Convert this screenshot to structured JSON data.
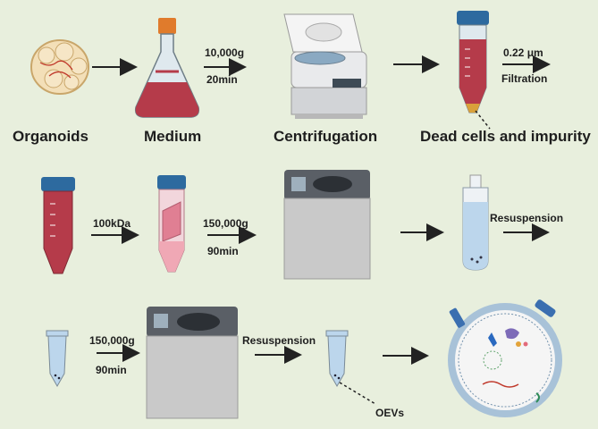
{
  "stages": {
    "organoids": "Organoids",
    "medium": "Medium",
    "centrifugation": "Centrifugation",
    "dead_cells": "Dead cells and impurity"
  },
  "steps": {
    "spin1_force": "10,000g",
    "spin1_time": "20min",
    "filter_size": "0.22 μm",
    "filter_label": "Filtration",
    "ultrafilter": "100kDa",
    "ultra1_force": "150,000g",
    "ultra1_time": "90min",
    "resuspension1": "Resuspension",
    "ultra2_force": "150,000g",
    "ultra2_time": "90min",
    "resuspension2": "Resuspension",
    "oevs": "OEVs"
  },
  "colors": {
    "background": "#e8efdd",
    "medium_red": "#b53b4a",
    "cap_blue": "#2d6a9f",
    "machine_gray": "#c9c9c9"
  }
}
